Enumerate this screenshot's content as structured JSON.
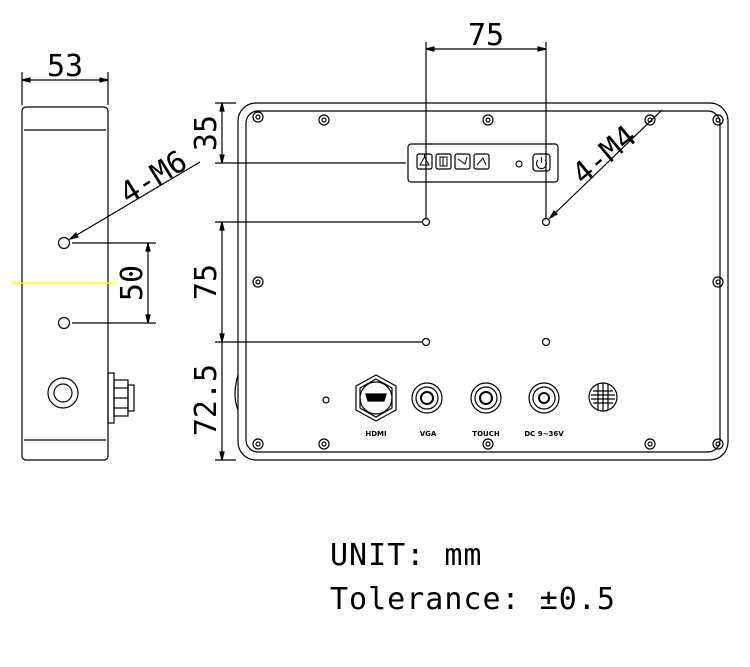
{
  "dimensions": {
    "side_width": "53",
    "side_thread": "4-M6",
    "side_spacing": "50",
    "top_hole_spacing": "75",
    "top_offset": "35",
    "front_thread": "4-M4",
    "vertical_spacing": "75",
    "bottom_offset": "72.5"
  },
  "connectors": {
    "hdmi": "HDMI",
    "vga": "VGA",
    "touch": "TOUCH",
    "dc": "DC 9~36V"
  },
  "notes": {
    "unit": "UNIT: mm",
    "tolerance": "Tolerance: ±0.5"
  },
  "colors": {
    "line": "#000000",
    "marker": "#ffff00"
  }
}
